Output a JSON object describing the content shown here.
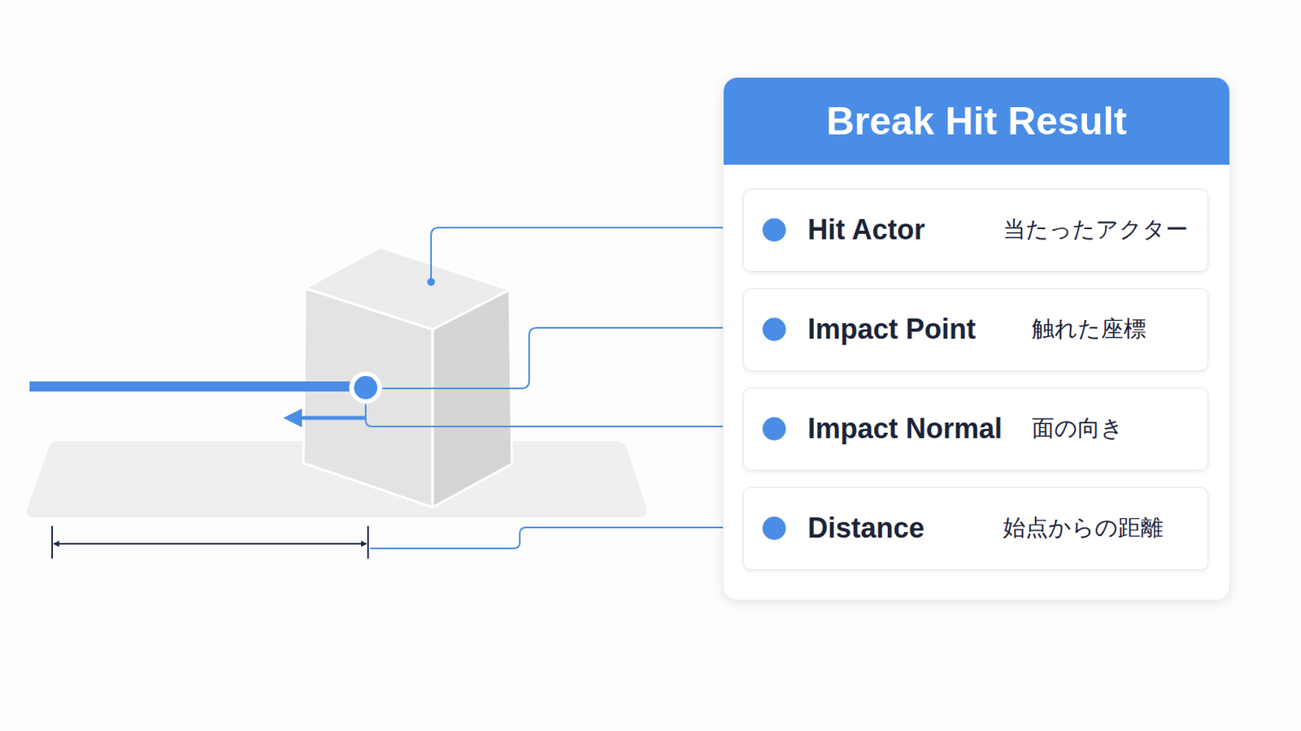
{
  "diagram": {
    "nodes": [
      {
        "text": [
          "Break Hit Result"
        ]
      },
      {
        "text": [
          "Hit Actor",
          "当たったアクター"
        ],
        "in": 0
      },
      {
        "text": [
          "Impact Point",
          "触れた座標"
        ],
        "in": 0
      },
      {
        "text": [
          "Impact Normal",
          "面の向き"
        ],
        "in": 0
      },
      {
        "text": [
          "Distance",
          "始点からの距離"
        ],
        "in": 0
      }
    ]
  }
}
